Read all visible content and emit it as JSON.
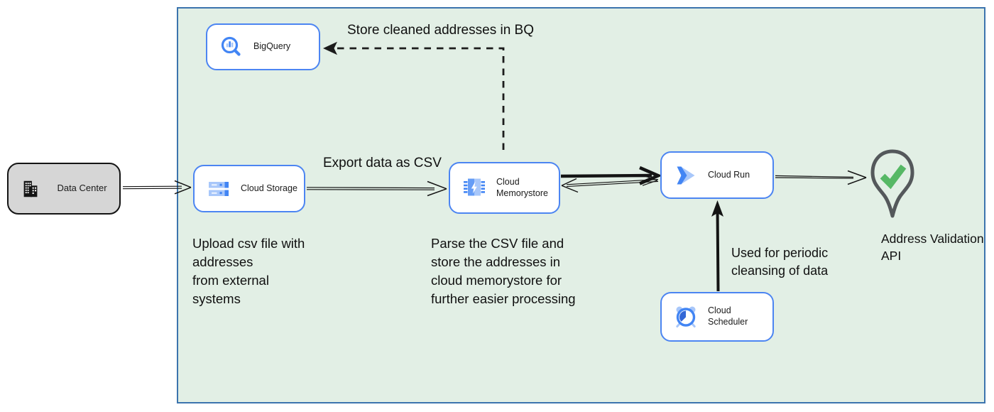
{
  "diagram": {
    "nodes": {
      "data_center": {
        "label": "Data Center"
      },
      "bigquery": {
        "label": "BigQuery"
      },
      "cloud_storage": {
        "label": "Cloud Storage"
      },
      "cloud_memorystore": {
        "label": "Cloud Memorystore"
      },
      "cloud_run": {
        "label": "Cloud Run"
      },
      "cloud_scheduler": {
        "label": "Cloud Scheduler"
      },
      "address_validation_api": {
        "label": "Address Validation API"
      }
    },
    "edge_labels": {
      "store_in_bq": "Store cleaned addresses in BQ",
      "export_csv": "Export data as CSV",
      "periodic_cleansing": "Used for periodic\ncleansing of data"
    },
    "notes": {
      "upload": "Upload csv file with\naddresses\nfrom external\nsystems",
      "parse": "Parse the CSV file and\nstore the addresses in\ncloud  memorystore for\nfurther easier processing"
    },
    "icons": {
      "data_center": "building-icon",
      "bigquery": "magnifier-chart-icon",
      "cloud_storage": "storage-bars-icon",
      "cloud_memorystore": "memory-chip-bolt-icon",
      "cloud_run": "run-chevrons-icon",
      "cloud_scheduler": "alarm-clock-icon",
      "address_validation_api": "location-pin-check-icon"
    },
    "colors": {
      "boundary_fill": "#e2efe5",
      "boundary_border": "#3c74ae",
      "gcp_node_border": "#4c85f2",
      "gcp_blue": "#4285f4",
      "gcp_blue_light": "#a8c7fa",
      "data_center_fill": "#d6d6d6",
      "connector": "#141414",
      "check_green": "#56b865",
      "pin_gray": "#54585b"
    }
  }
}
